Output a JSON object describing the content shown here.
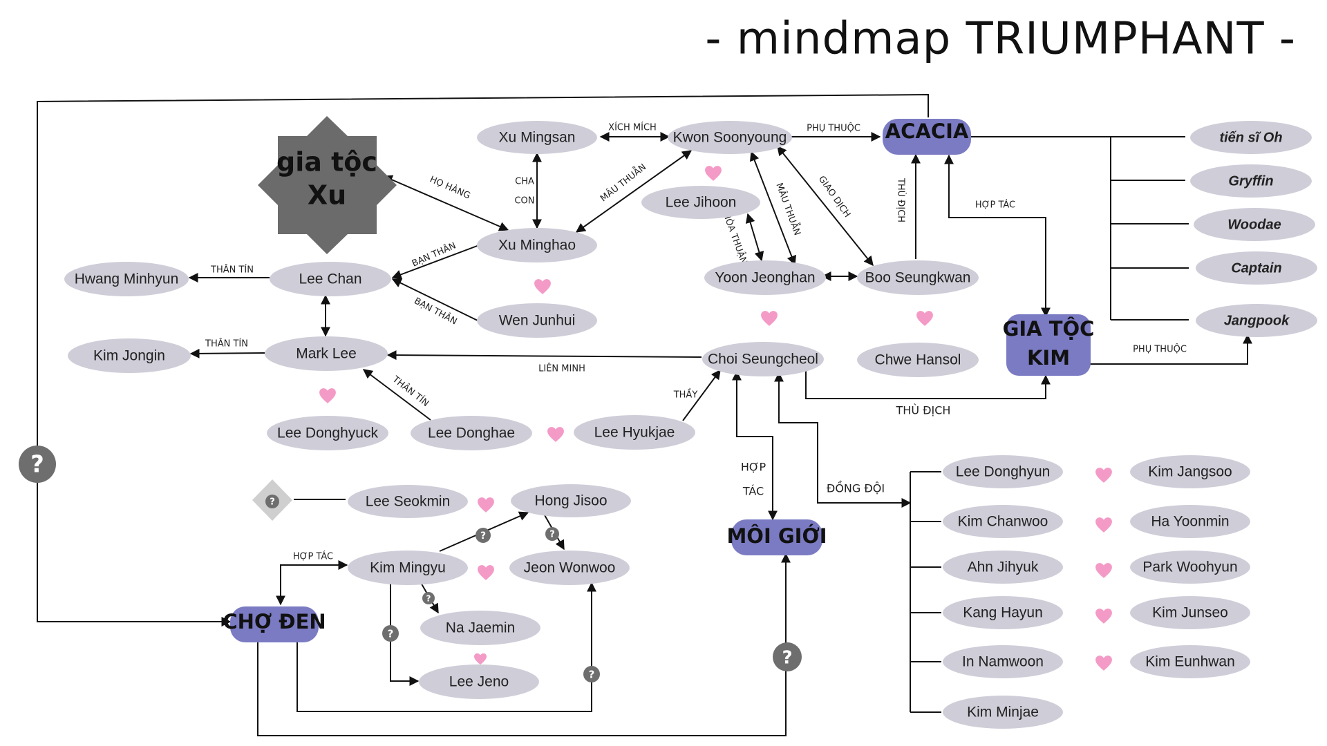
{
  "title": "- mindmap TRIUMPHANT -",
  "colors": {
    "node": "#cfcdd8",
    "hub": "#7b7bc4",
    "heart": "#f49ac6",
    "octagon": "#6b6b6b",
    "question": "#6e6e6e"
  },
  "nodes": {
    "xu_clan": "gia tộc Xu",
    "acacia": "ACACIA",
    "kim_clan": "GIA TỘC KIM",
    "moi_gioi": "MÔI GIỚI",
    "cho_den": "CHỢ ĐEN",
    "xu_mingsan": "Xu Mingsan",
    "kwon_soonyoung": "Kwon Soonyoung",
    "lee_jihoon": "Lee Jihoon",
    "xu_minghao": "Xu Minghao",
    "wen_junhui": "Wen Junhui",
    "lee_chan": "Lee Chan",
    "hwang_minhyun": "Hwang Minhyun",
    "mark_lee": "Mark Lee",
    "kim_jongin": "Kim Jongin",
    "lee_donghyuck": "Lee Donghyuck",
    "lee_donghae": "Lee Donghae",
    "lee_hyukjae": "Lee Hyukjae",
    "yoon_jeonghan": "Yoon Jeonghan",
    "boo_seungkwan": "Boo Seungkwan",
    "chwe_hansol": "Chwe Hansol",
    "choi_seungcheol": "Choi Seungcheol",
    "tien_si_oh": "tiến sĩ Oh",
    "gryffin": "Gryffin",
    "woodae": "Woodae",
    "captain": "Captain",
    "jangpook": "Jangpook",
    "lee_seokmin": "Lee Seokmin",
    "hong_jisoo": "Hong Jisoo",
    "kim_mingyu": "Kim Mingyu",
    "jeon_wonwoo": "Jeon Wonwoo",
    "na_jaemin": "Na Jaemin",
    "lee_jeno": "Lee Jeno",
    "lee_donghyun": "Lee Donghyun",
    "kim_chanwoo": "Kim Chanwoo",
    "ahn_jihyuk": "Ahn Jihyuk",
    "kang_hayun": "Kang Hayun",
    "in_namwoon": "In Namwoon",
    "kim_minjae": "Kim Minjae",
    "kim_jangsoo": "Kim Jangsoo",
    "ha_yoonmin": "Ha Yoonmin",
    "park_woohyun": "Park Woohyun",
    "kim_junseo": "Kim Junseo",
    "kim_eunhwan": "Kim Eunhwan"
  },
  "relations": {
    "xich_mich": "XÍCH MÍCH",
    "phu_thuoc": "PHỤ THUỘC",
    "ho_hang": "HỌ HÀNG",
    "cha_con": "CHA CON",
    "mau_thuan": "MÂU THUẪN",
    "mau_thuan_2": "MÂU THUẪN",
    "giao_dich": "GIAO DỊCH",
    "thu_dich": "THÙ ĐỊCH",
    "hop_tac": "HỢP TÁC",
    "hoa_thuan": "HÒA THUẬN",
    "ban_than_1": "BẠN THÂN",
    "ban_than_2": "BẠN THÂN",
    "than_tin_1": "THÂN TÍN",
    "than_tin_2": "THÂN TÍN",
    "than_tin_3": "THÂN TÍN",
    "lien_minh": "LIÊN MINH",
    "thay": "THẦY",
    "phu_thuoc_kim": "PHỤ THUỘC",
    "thu_dich_kim": "THÙ ĐỊCH",
    "hop_tac_moi_gioi": "HỢP TÁC",
    "dong_doi": "ĐỒNG ĐỘI",
    "hop_tac_cho_den": "HỢP TÁC"
  }
}
